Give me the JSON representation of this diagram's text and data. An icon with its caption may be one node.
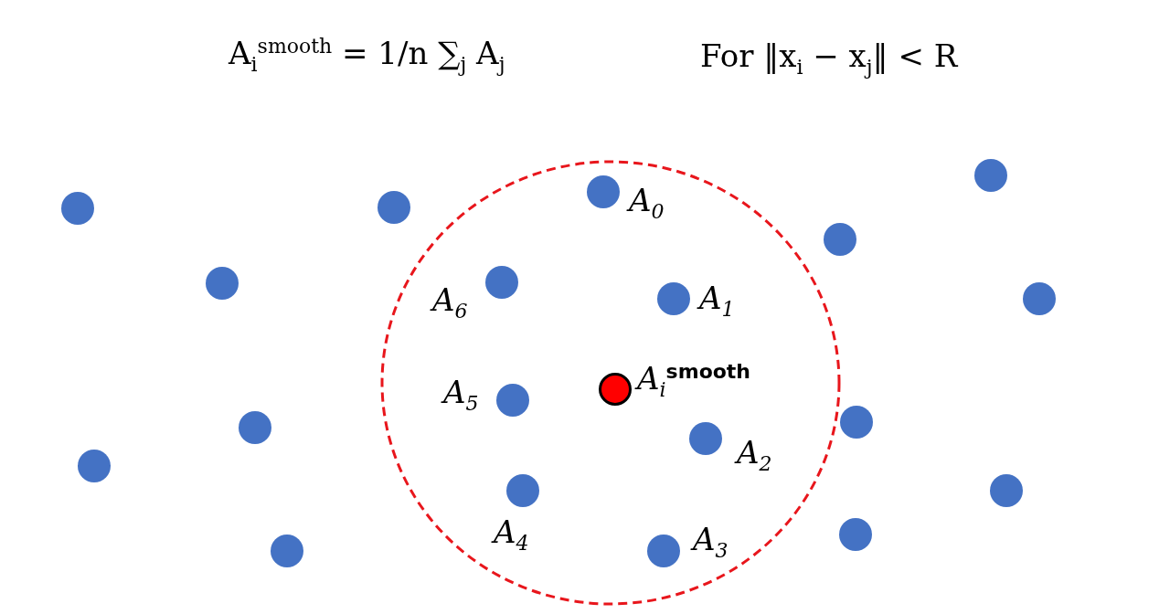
{
  "diagram": {
    "nodes": [
      {
        "text": [],
        "shape": "circle"
      },
      {
        "text": [],
        "shape": "circle",
        "in": 0,
        "beside": [
          "A$_{0}$"
        ]
      },
      {
        "text": [],
        "shape": "circle",
        "in": 0,
        "beside": [
          "A$_{6}$"
        ]
      },
      {
        "text": [],
        "shape": "circle",
        "in": 0,
        "beside": [
          "A$_{1}$"
        ]
      },
      {
        "text": [],
        "shape": "circle",
        "in": 0,
        "beside": [
          "A$_{i}$$^{smooth}$"
        ]
      },
      {
        "text": [],
        "shape": "circle",
        "in": 0,
        "beside": [
          "A$_{5}$"
        ]
      },
      {
        "text": [],
        "shape": "circle",
        "in": 0,
        "beside": [
          "A$_{2}$"
        ]
      },
      {
        "text": [],
        "shape": "circle",
        "in": 0,
        "beside": [
          "A$_{4}$"
        ]
      },
      {
        "text": [],
        "shape": "circle",
        "in": 0,
        "beside": [
          "A$_{3}$"
        ]
      },
      {
        "text": [],
        "shape": "circle"
      },
      {
        "text": [],
        "shape": "circle"
      },
      {
        "text": [],
        "shape": "circle"
      },
      {
        "text": [],
        "shape": "circle"
      },
      {
        "text": [],
        "shape": "circle"
      },
      {
        "text": [],
        "shape": "circle"
      },
      {
        "text": [],
        "shape": "circle"
      },
      {
        "text": [],
        "shape": "circle"
      },
      {
        "text": [],
        "shape": "circle"
      },
      {
        "text": [],
        "shape": "circle"
      },
      {
        "text": [],
        "shape": "circle"
      },
      {
        "text": [],
        "shape": "circle"
      }
    ],
    "labels": [
      "A$_{i}$$^{smooth}$ = 1/n ∑$_{j}$ A$_{j}$",
      "For ‖x$_{i}$ − x$_{j}$‖ < R"
    ]
  }
}
